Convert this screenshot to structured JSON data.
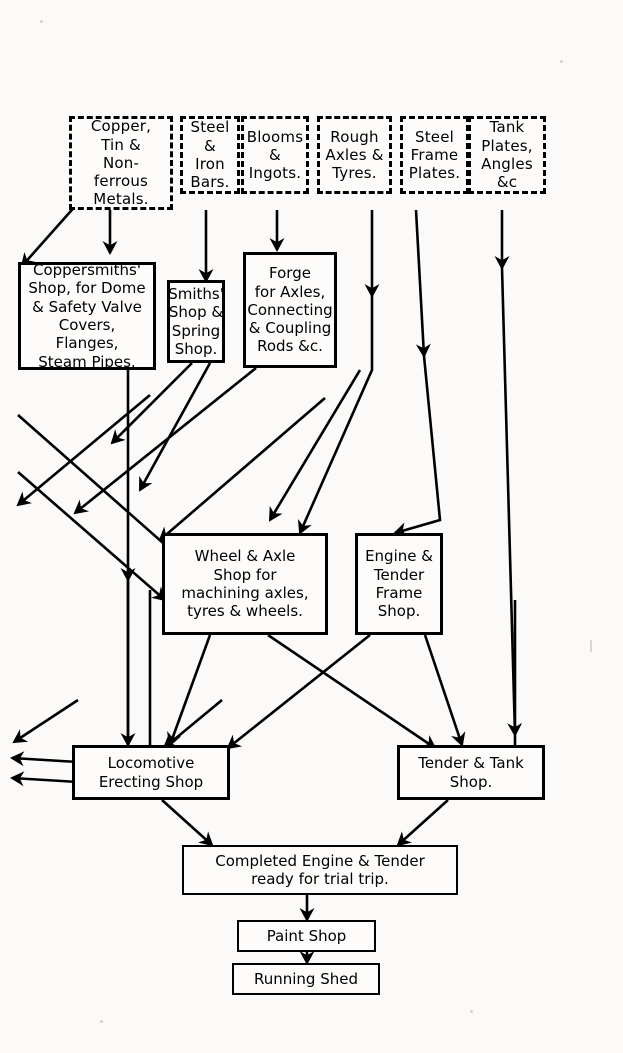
{
  "diagram": {
    "title": "Locomotive Works Material Flow",
    "ink_color": "#000000",
    "paper_color": "#fbfaf8"
  },
  "raw_materials": [
    {
      "id": "copper",
      "label": "Copper,\nTin &\nNon-ferrous\nMetals."
    },
    {
      "id": "steel_bars",
      "label": "Steel\n& Iron\nBars."
    },
    {
      "id": "blooms",
      "label": "Blooms\n&\nIngots."
    },
    {
      "id": "rough_axles",
      "label": "Rough\nAxles &\nTyres."
    },
    {
      "id": "frame_plates",
      "label": "Steel\nFrame\nPlates."
    },
    {
      "id": "tank_plates",
      "label": "Tank\nPlates,\nAngles &c"
    }
  ],
  "shops": [
    {
      "id": "coppersmiths",
      "label": "Coppersmiths'\nShop, for Dome\n& Safety Valve\nCovers, Flanges,\nSteam Pipes."
    },
    {
      "id": "smiths",
      "label": "Smiths'\nShop &\nSpring\nShop."
    },
    {
      "id": "forge",
      "label": "Forge\nfor Axles,\nConnecting\n& Coupling\nRods &c."
    },
    {
      "id": "wheel_axle",
      "label": "Wheel &  Axle\nShop  for\nmachining axles,\ntyres & wheels."
    },
    {
      "id": "frame_shop",
      "label": "Engine &\nTender\nFrame\nShop."
    },
    {
      "id": "loco_erect",
      "label": "Locomotive\nErecting  Shop"
    },
    {
      "id": "tender_tank",
      "label": "Tender & Tank\nShop."
    }
  ],
  "outputs": [
    {
      "id": "completed",
      "label": "Completed  Engine & Tender\nready for  trial  trip."
    },
    {
      "id": "paint",
      "label": "Paint Shop"
    },
    {
      "id": "running",
      "label": "Running Shed"
    }
  ]
}
